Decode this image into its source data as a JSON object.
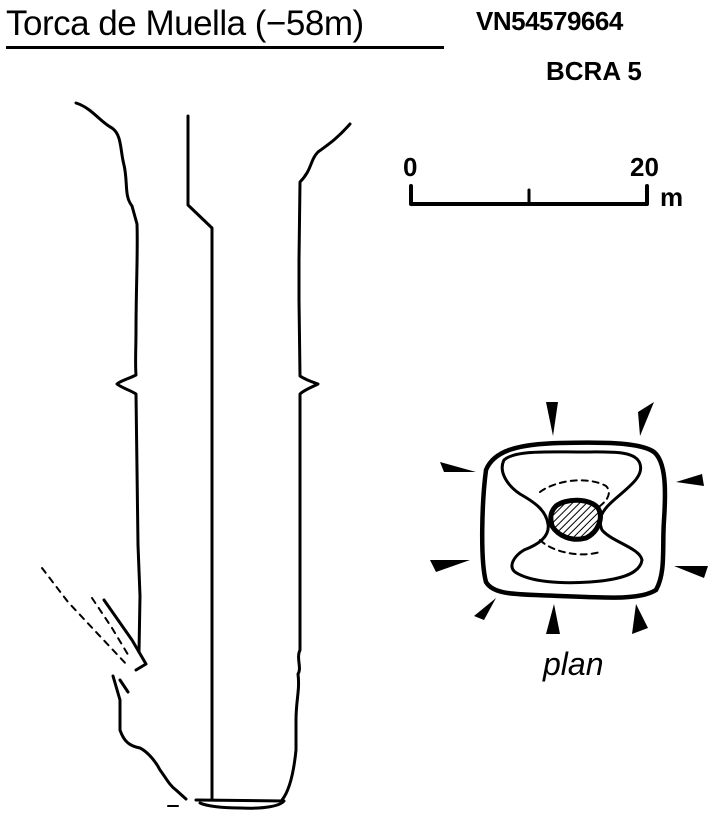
{
  "survey": {
    "title": "Torca de Muella (−58m)",
    "grid_reference": "VN54579664",
    "grade": "BCRA 5"
  },
  "scale_bar": {
    "start_label": "0",
    "end_label": "20",
    "unit": "m"
  },
  "plan": {
    "label": "plan"
  }
}
